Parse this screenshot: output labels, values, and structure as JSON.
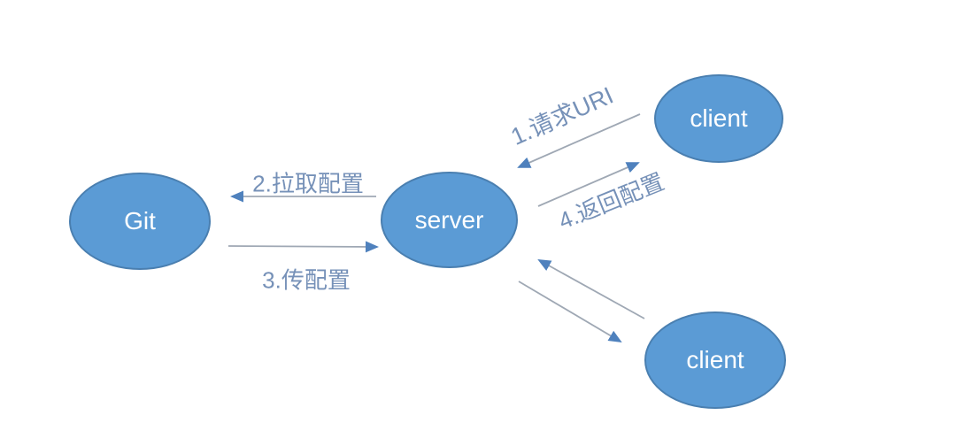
{
  "diagram": {
    "nodes": {
      "git": {
        "label": "Git"
      },
      "server": {
        "label": "server"
      },
      "client_top": {
        "label": "client"
      },
      "client_bottom": {
        "label": "client"
      }
    },
    "edges": {
      "request_uri": {
        "label": "1.请求URI",
        "from": "client_top",
        "to": "server"
      },
      "pull_config": {
        "label": "2.拉取配置",
        "from": "server",
        "to": "git"
      },
      "push_config": {
        "label": "3.传配置",
        "from": "git",
        "to": "server"
      },
      "return_config": {
        "label": "4.返回配置",
        "from": "server",
        "to": "client_top"
      },
      "client_bottom_request": {
        "label": "",
        "from": "client_bottom",
        "to": "server"
      },
      "client_bottom_response": {
        "label": "",
        "from": "server",
        "to": "client_bottom"
      }
    },
    "colors": {
      "node_fill": "#5b9bd5",
      "node_border": "#4a7fb0",
      "node_text": "#ffffff",
      "line": "#9fa8b4",
      "arrowhead": "#4f81bd",
      "edge_label_text": "#7691b8",
      "background": "#ffffff"
    }
  }
}
